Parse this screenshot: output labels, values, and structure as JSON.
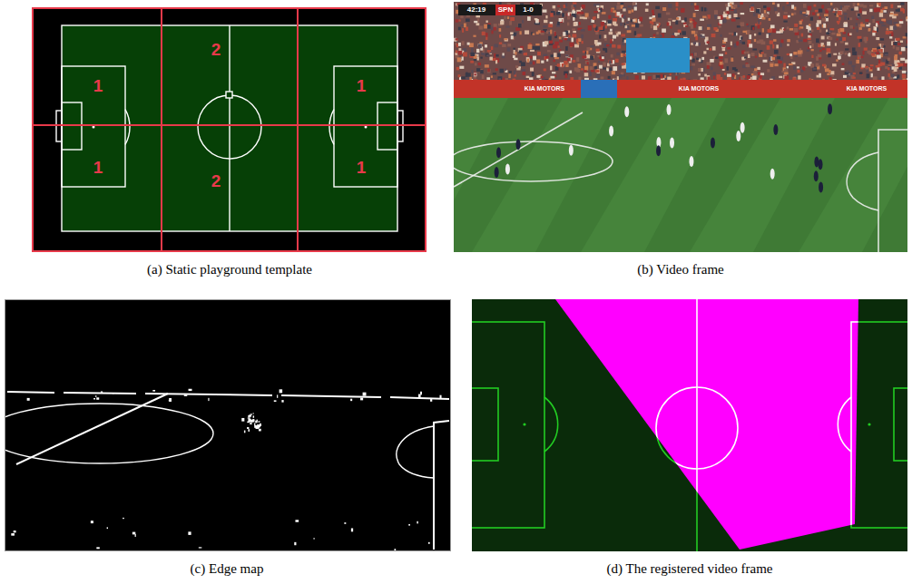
{
  "diagram": {
    "labels": [
      "1",
      "2",
      "1",
      "1",
      "2",
      "1",
      "42:19",
      "SPN",
      "1-0",
      "KIA MOTORS",
      "KIA MOTORS",
      "KIA MOTORS",
      "(a) Static playground template",
      "(b) Video frame",
      "(c) Edge map",
      "(d) The registered video frame"
    ]
  }
}
